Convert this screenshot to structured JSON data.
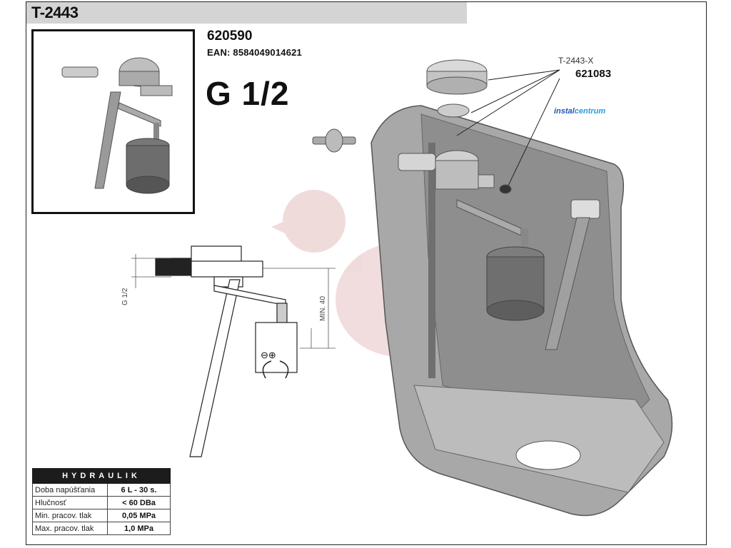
{
  "header": {
    "title": "T-2443"
  },
  "product": {
    "code": "620590",
    "ean": "EAN: 8584049014621",
    "thread_size": "G 1/2"
  },
  "callout": {
    "part_code": "T-2443-X",
    "part_number": "621083"
  },
  "brand": {
    "part1": "instal",
    "part2": "centrum"
  },
  "dimensions": {
    "thread_label": "G 1/2",
    "min_label": "MIN. 40"
  },
  "float_symbols": "⊖⊕",
  "hydraulik": {
    "title": "HYDRAULIK",
    "rows": [
      {
        "label": "Doba napúšťania",
        "value": "6 L - 30 s."
      },
      {
        "label": "Hlučnosť",
        "value": "< 60 DBa"
      },
      {
        "label": "Min. pracov. tlak",
        "value": "0,05 MPa"
      },
      {
        "label": "Max. pracov. tlak",
        "value": "1,0 MPa"
      }
    ]
  }
}
